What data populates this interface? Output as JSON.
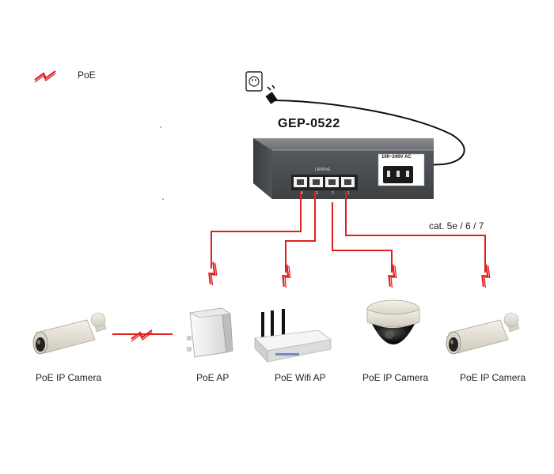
{
  "legend": {
    "label": "PoE",
    "icon": "poe-lightning-icon",
    "color": "#e02020"
  },
  "switch": {
    "model": "GEP-0522",
    "power_label": "100~240V AC",
    "brand": "LANPoE",
    "port_numbers": [
      "4",
      "3",
      "2",
      "1"
    ]
  },
  "cable_label": "cat. 5e / 6 / 7",
  "devices": [
    {
      "name": "PoE IP Camera",
      "icon": "bullet-camera-icon"
    },
    {
      "name": "PoE AP",
      "icon": "outdoor-access-point-icon"
    },
    {
      "name": "PoE Wifi AP",
      "icon": "wifi-router-icon"
    },
    {
      "name": "PoE IP Camera",
      "icon": "dome-camera-icon"
    },
    {
      "name": "PoE IP Camera",
      "icon": "bullet-camera-icon"
    }
  ],
  "colors": {
    "poe_line": "#e02020",
    "switch_body": "#5a5d61",
    "cable": "#111111"
  }
}
